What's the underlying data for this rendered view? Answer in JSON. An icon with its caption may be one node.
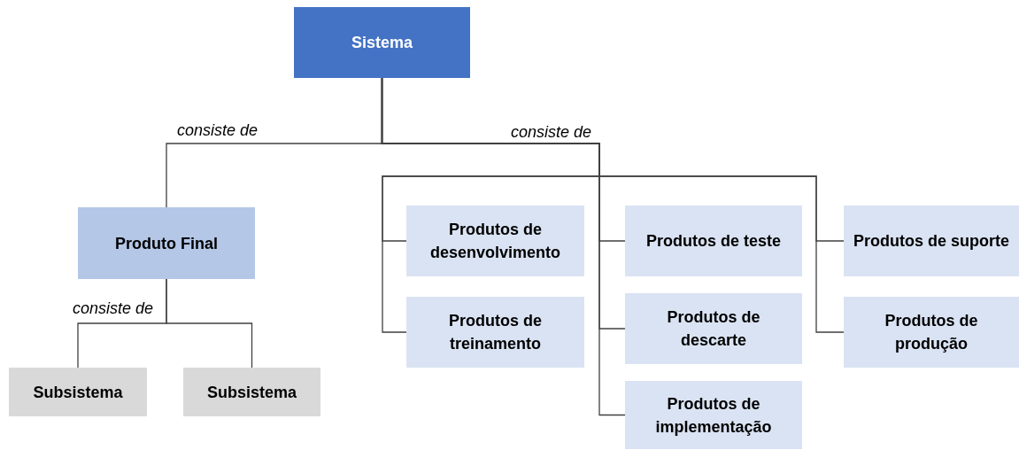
{
  "diagram": {
    "nodes": [
      {
        "text": [
          "Sistema"
        ]
      },
      {
        "text": [
          "Produto Final"
        ]
      },
      {
        "text": [
          "Produtos de desenvolvimento"
        ]
      },
      {
        "text": [
          "Produtos de teste"
        ]
      },
      {
        "text": [
          "Produtos de suporte"
        ]
      },
      {
        "text": [
          "Produtos de treinamento"
        ]
      },
      {
        "text": [
          "Produtos de descarte"
        ]
      },
      {
        "text": [
          "Produtos de produção"
        ]
      },
      {
        "text": [
          "Produtos de implementação"
        ]
      },
      {
        "text": [
          "Subsistema"
        ]
      },
      {
        "text": [
          "Subsistema"
        ]
      }
    ],
    "edges": [
      {
        "from": 0,
        "to": 1,
        "arrow": "none",
        "label": "consiste de"
      },
      {
        "from": 0,
        "to": 2,
        "arrow": "none",
        "label": "consiste de"
      },
      {
        "from": 0,
        "to": 5,
        "arrow": "none"
      },
      {
        "from": 0,
        "to": 3,
        "arrow": "none"
      },
      {
        "from": 0,
        "to": 6,
        "arrow": "none"
      },
      {
        "from": 0,
        "to": 8,
        "arrow": "none"
      },
      {
        "from": 0,
        "to": 4,
        "arrow": "none"
      },
      {
        "from": 0,
        "to": 7,
        "arrow": "none"
      },
      {
        "from": 1,
        "to": 9,
        "arrow": "none",
        "label": "consiste de"
      },
      {
        "from": 1,
        "to": 10,
        "arrow": "none"
      }
    ]
  }
}
